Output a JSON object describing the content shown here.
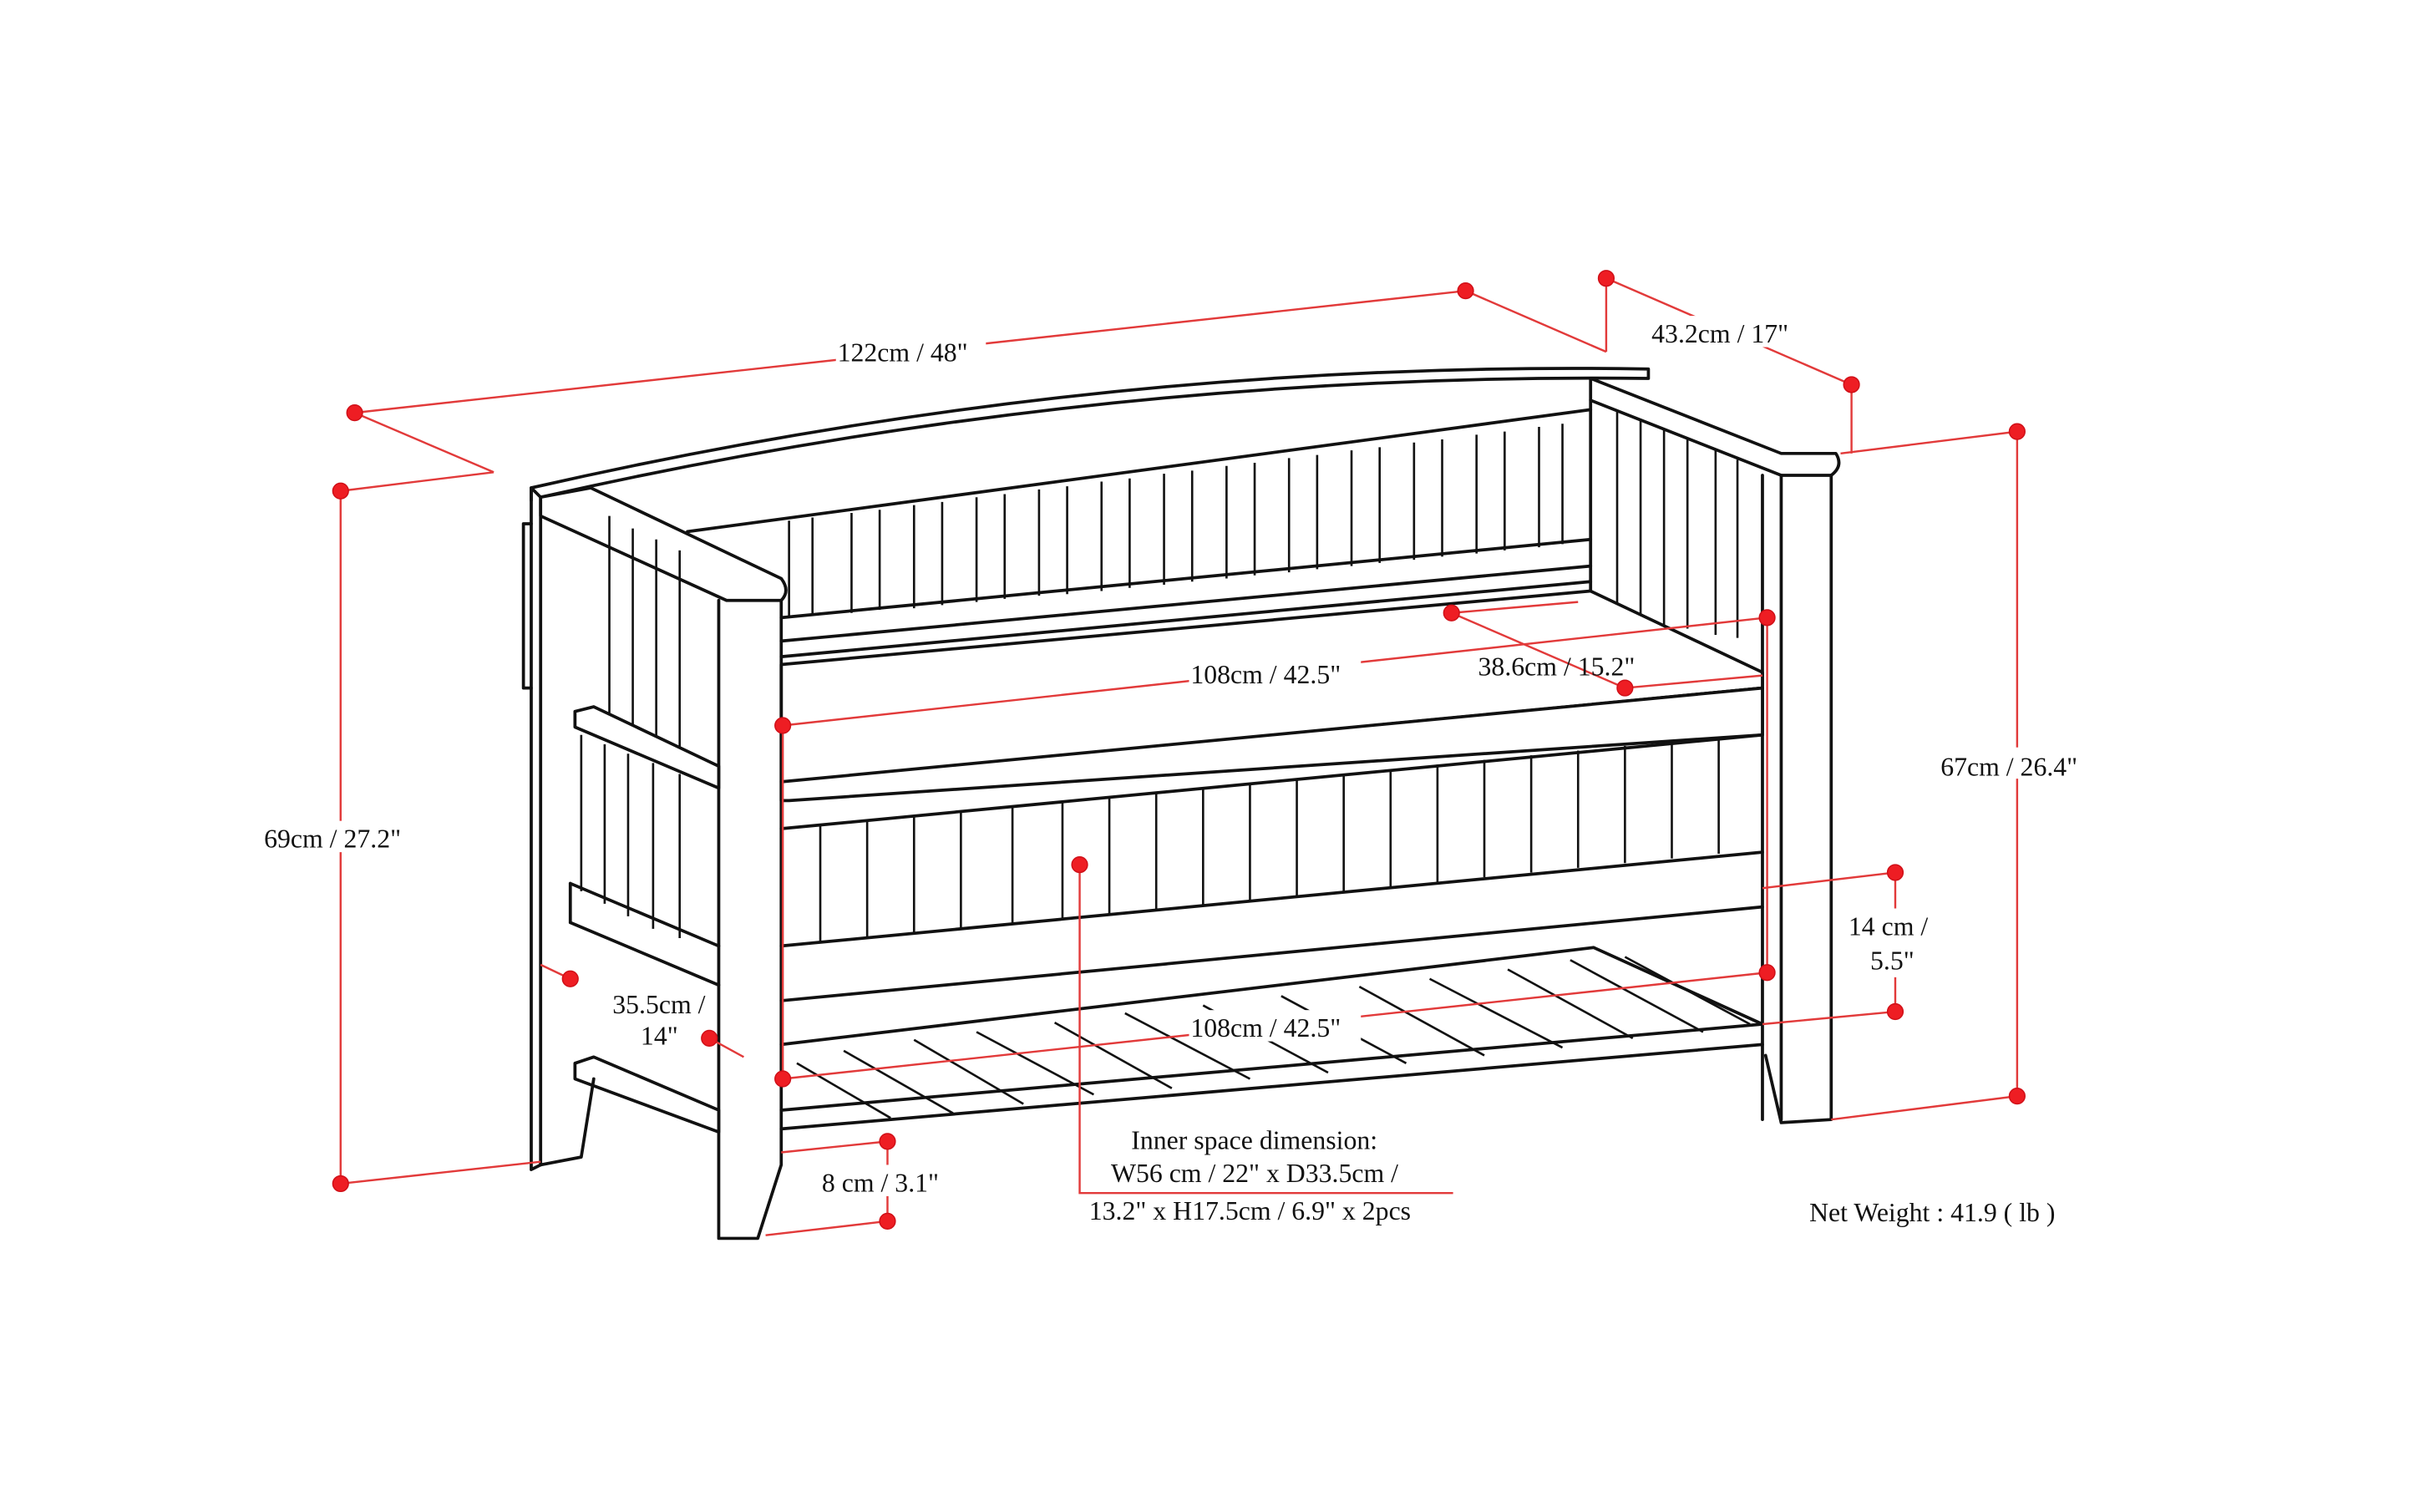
{
  "diagram": {
    "subject": "Storage bench with slatted back, arms, lift seat and bottom slatted shelf",
    "colors": {
      "line": "#111111",
      "dimension": "#e23a3a",
      "dot": "#ee1d23",
      "background": "#ffffff"
    }
  },
  "dimensions": {
    "overall_width": "122cm / 48\"",
    "overall_depth": "43.2cm / 17\"",
    "overall_height_left": "69cm / 27.2\"",
    "arm_height_right": "67cm / 26.4\"",
    "seat_width": "108cm / 42.5\"",
    "seat_depth": "38.6cm / 15.2\"",
    "shelf_width": "108cm / 42.5\"",
    "shelf_height_line1": "35.5cm /",
    "shelf_height_line2": "14\"",
    "apron_height_line1": "14 cm /",
    "apron_height_line2": "5.5\"",
    "ground_clearance": "8 cm / 3.1\""
  },
  "notes": {
    "inner_space_line1": "Inner space dimension:",
    "inner_space_line2": "W56 cm / 22\" x D33.5cm /",
    "inner_space_line3": "13.2\" x H17.5cm / 6.9\" x 2pcs",
    "net_weight": "Net Weight : 41.9 ( lb )"
  }
}
